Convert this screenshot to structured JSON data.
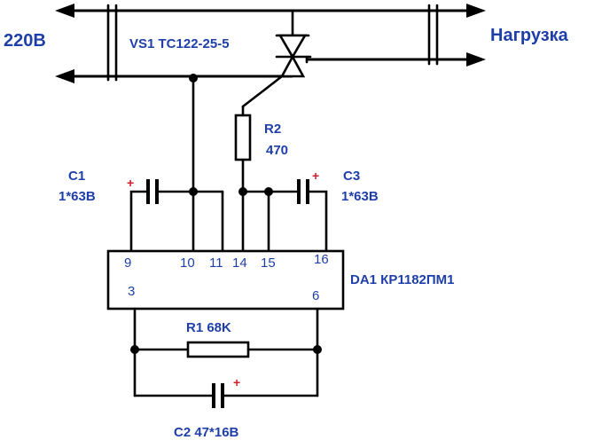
{
  "labels": {
    "input_voltage": "220В",
    "load": "Нагрузка",
    "triac": "VS1 ТС122-25-5",
    "r2_name": "R2",
    "r2_value": "470",
    "c1_name": "C1",
    "c1_value": "1*63В",
    "c3_name": "C3",
    "c3_value": "1*63В",
    "ic": "DA1 КР1182ПМ1",
    "r1": "R1 68K",
    "c2": "C2 47*16В",
    "plus": "+"
  },
  "ic_pins": {
    "p9": "9",
    "p10": "10",
    "p11": "11",
    "p14": "14",
    "p15": "15",
    "p16": "16",
    "p3": "3",
    "p6": "6"
  },
  "colors": {
    "label": "#1f3fa8",
    "polarity": "#d0202a",
    "wire": "#000000"
  }
}
